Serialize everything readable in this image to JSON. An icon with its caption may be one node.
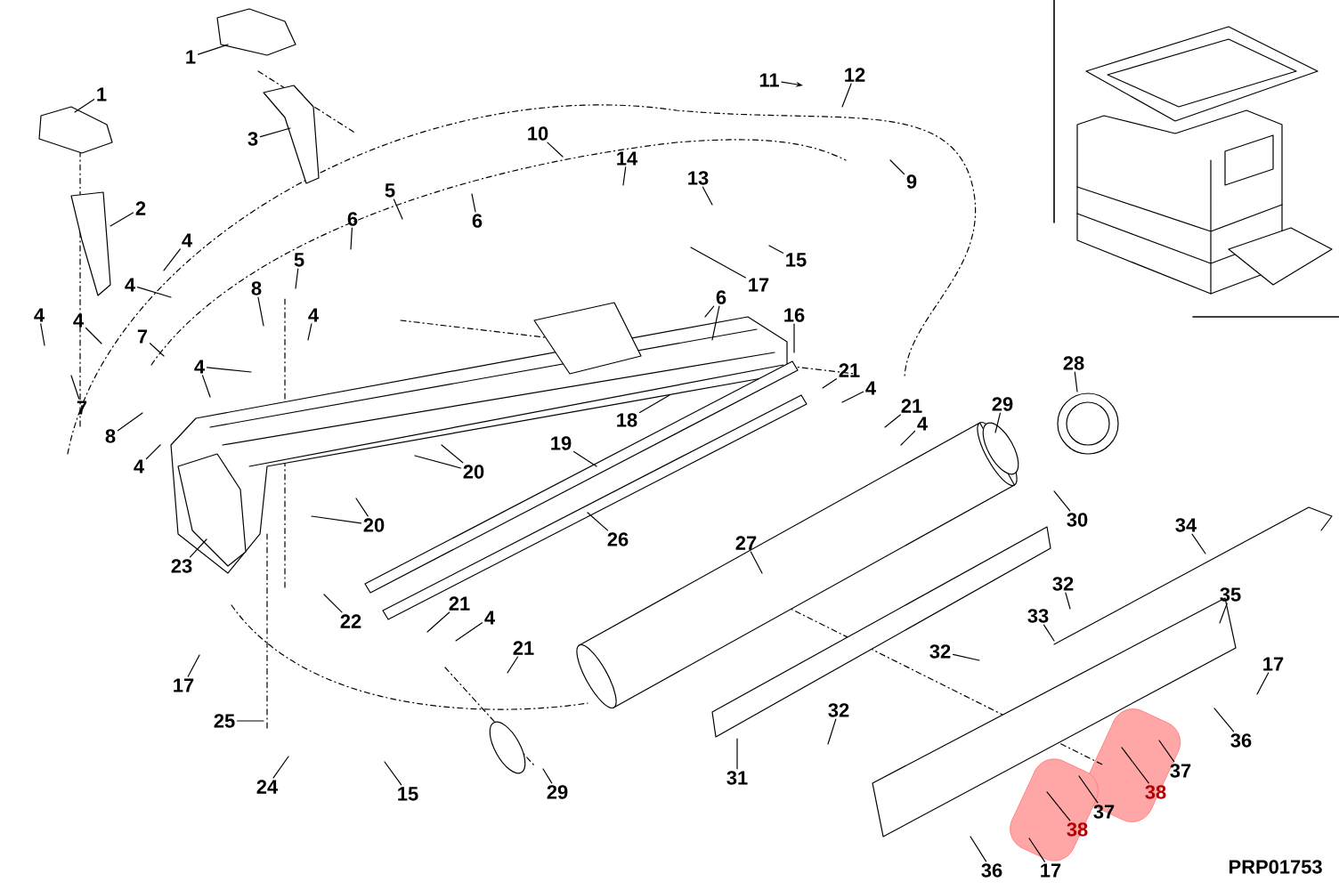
{
  "diagram": {
    "nodes": [
      {
        "text": [
          "1"
        ]
      },
      {
        "text": [
          "1"
        ]
      },
      {
        "text": [
          "3"
        ]
      },
      {
        "text": [
          "2"
        ]
      },
      {
        "text": [
          "4"
        ]
      },
      {
        "text": [
          "5"
        ]
      },
      {
        "text": [
          "6"
        ]
      },
      {
        "text": [
          "5"
        ]
      },
      {
        "text": [
          "6"
        ]
      },
      {
        "text": [
          "4"
        ]
      },
      {
        "text": [
          "8"
        ]
      },
      {
        "text": [
          "4"
        ]
      },
      {
        "text": [
          "4"
        ]
      },
      {
        "text": [
          "7"
        ]
      },
      {
        "text": [
          "4"
        ]
      },
      {
        "text": [
          "4"
        ]
      },
      {
        "text": [
          "7"
        ]
      },
      {
        "text": [
          "8"
        ]
      },
      {
        "text": [
          "4"
        ]
      },
      {
        "text": [
          "10"
        ]
      },
      {
        "text": [
          "11"
        ]
      },
      {
        "text": [
          "12"
        ]
      },
      {
        "text": [
          "14"
        ]
      },
      {
        "text": [
          "13"
        ]
      },
      {
        "text": [
          "9"
        ]
      },
      {
        "text": [
          "15"
        ]
      },
      {
        "text": [
          "17"
        ]
      },
      {
        "text": [
          "6"
        ]
      },
      {
        "text": [
          "16"
        ]
      },
      {
        "text": [
          "18"
        ]
      },
      {
        "text": [
          "21"
        ]
      },
      {
        "text": [
          "4"
        ]
      },
      {
        "text": [
          "21"
        ]
      },
      {
        "text": [
          "4"
        ]
      },
      {
        "text": [
          "28"
        ]
      },
      {
        "text": [
          "29"
        ]
      },
      {
        "text": [
          "19"
        ]
      },
      {
        "text": [
          "20"
        ]
      },
      {
        "text": [
          "30"
        ]
      },
      {
        "text": [
          "20"
        ]
      },
      {
        "text": [
          "26"
        ]
      },
      {
        "text": [
          "27"
        ]
      },
      {
        "text": [
          "23"
        ]
      },
      {
        "text": [
          "34"
        ]
      },
      {
        "text": [
          "32"
        ]
      },
      {
        "text": [
          "35"
        ]
      },
      {
        "text": [
          "22"
        ]
      },
      {
        "text": [
          "21"
        ]
      },
      {
        "text": [
          "4"
        ]
      },
      {
        "text": [
          "33"
        ]
      },
      {
        "text": [
          "21"
        ]
      },
      {
        "text": [
          "32"
        ]
      },
      {
        "text": [
          "17"
        ]
      },
      {
        "text": [
          "17"
        ]
      },
      {
        "text": [
          "32"
        ]
      },
      {
        "text": [
          "25"
        ]
      },
      {
        "text": [
          "36"
        ]
      },
      {
        "text": [
          "37"
        ]
      },
      {
        "text": [
          "31"
        ]
      },
      {
        "text": [
          "24"
        ]
      },
      {
        "text": [
          "15"
        ]
      },
      {
        "text": [
          "29"
        ]
      },
      {
        "text": [
          "38"
        ]
      },
      {
        "text": [
          "37"
        ]
      },
      {
        "text": [
          "38"
        ]
      },
      {
        "text": [
          "36"
        ]
      },
      {
        "text": [
          "17"
        ]
      }
    ],
    "edges": [
      {
        "from": 0,
        "to": null,
        "arrow": "none"
      },
      {
        "from": 1,
        "to": null,
        "arrow": "none"
      },
      {
        "from": 2,
        "to": null,
        "arrow": "none"
      },
      {
        "from": 3,
        "to": null,
        "arrow": "none"
      },
      {
        "from": 4,
        "to": null,
        "arrow": "none"
      },
      {
        "from": 5,
        "to": null,
        "arrow": "none"
      },
      {
        "from": 6,
        "to": null,
        "arrow": "none"
      },
      {
        "from": 7,
        "to": null,
        "arrow": "none"
      },
      {
        "from": 8,
        "to": null,
        "arrow": "none"
      },
      {
        "from": 9,
        "to": null,
        "arrow": "none"
      },
      {
        "from": 10,
        "to": null,
        "arrow": "none"
      },
      {
        "from": 11,
        "to": null,
        "arrow": "none"
      },
      {
        "from": 12,
        "to": null,
        "arrow": "none"
      },
      {
        "from": 13,
        "to": null,
        "arrow": "none"
      },
      {
        "from": 14,
        "to": null,
        "arrow": "none"
      },
      {
        "from": 15,
        "to": null,
        "arrow": "none"
      },
      {
        "from": 15,
        "to": null,
        "arrow": "none"
      },
      {
        "from": 16,
        "to": null,
        "arrow": "none"
      },
      {
        "from": 17,
        "to": null,
        "arrow": "none"
      },
      {
        "from": 18,
        "to": null,
        "arrow": "none"
      },
      {
        "from": 19,
        "to": null,
        "arrow": "none"
      },
      {
        "from": 20,
        "to": null,
        "arrow": "to"
      },
      {
        "from": 21,
        "to": null,
        "arrow": "none"
      },
      {
        "from": 22,
        "to": null,
        "arrow": "none"
      },
      {
        "from": 23,
        "to": null,
        "arrow": "none"
      },
      {
        "from": 24,
        "to": null,
        "arrow": "none"
      },
      {
        "from": 25,
        "to": null,
        "arrow": "none"
      },
      {
        "from": 26,
        "to": null,
        "arrow": "none"
      },
      {
        "from": 27,
        "to": null,
        "arrow": "none"
      },
      {
        "from": 27,
        "to": null,
        "arrow": "none"
      },
      {
        "from": 28,
        "to": null,
        "arrow": "none"
      },
      {
        "from": 29,
        "to": null,
        "arrow": "none"
      },
      {
        "from": 30,
        "to": null,
        "arrow": "none"
      },
      {
        "from": 31,
        "to": null,
        "arrow": "none"
      },
      {
        "from": 32,
        "to": null,
        "arrow": "none"
      },
      {
        "from": 33,
        "to": null,
        "arrow": "none"
      },
      {
        "from": 34,
        "to": null,
        "arrow": "none"
      },
      {
        "from": 35,
        "to": null,
        "arrow": "none"
      },
      {
        "from": 36,
        "to": null,
        "arrow": "none"
      },
      {
        "from": 37,
        "to": null,
        "arrow": "none"
      },
      {
        "from": 37,
        "to": null,
        "arrow": "none"
      },
      {
        "from": 38,
        "to": null,
        "arrow": "none"
      },
      {
        "from": 39,
        "to": null,
        "arrow": "none"
      },
      {
        "from": 39,
        "to": null,
        "arrow": "none"
      },
      {
        "from": 40,
        "to": null,
        "arrow": "none"
      },
      {
        "from": 41,
        "to": null,
        "arrow": "none"
      },
      {
        "from": 42,
        "to": null,
        "arrow": "none"
      },
      {
        "from": 43,
        "to": null,
        "arrow": "none"
      },
      {
        "from": 44,
        "to": null,
        "arrow": "none"
      },
      {
        "from": 45,
        "to": null,
        "arrow": "none"
      },
      {
        "from": 46,
        "to": null,
        "arrow": "none"
      },
      {
        "from": 47,
        "to": null,
        "arrow": "none"
      },
      {
        "from": 48,
        "to": null,
        "arrow": "none"
      },
      {
        "from": 49,
        "to": null,
        "arrow": "none"
      },
      {
        "from": 50,
        "to": null,
        "arrow": "none"
      },
      {
        "from": 51,
        "to": null,
        "arrow": "none"
      },
      {
        "from": 52,
        "to": null,
        "arrow": "none"
      },
      {
        "from": 53,
        "to": null,
        "arrow": "none"
      },
      {
        "from": 54,
        "to": null,
        "arrow": "none"
      },
      {
        "from": 55,
        "to": null,
        "arrow": "none"
      },
      {
        "from": 56,
        "to": null,
        "arrow": "none"
      },
      {
        "from": 57,
        "to": null,
        "arrow": "none"
      },
      {
        "from": 58,
        "to": null,
        "arrow": "none"
      },
      {
        "from": 59,
        "to": null,
        "arrow": "none"
      },
      {
        "from": 60,
        "to": null,
        "arrow": "none"
      },
      {
        "from": 61,
        "to": null,
        "arrow": "none"
      },
      {
        "from": 62,
        "to": null,
        "arrow": "none"
      },
      {
        "from": 63,
        "to": null,
        "arrow": "none"
      },
      {
        "from": 64,
        "to": null,
        "arrow": "none"
      },
      {
        "from": 65,
        "to": null,
        "arrow": "none"
      },
      {
        "from": 66,
        "to": null,
        "arrow": "none"
      }
    ],
    "labels": [
      "PRP01753"
    ]
  }
}
